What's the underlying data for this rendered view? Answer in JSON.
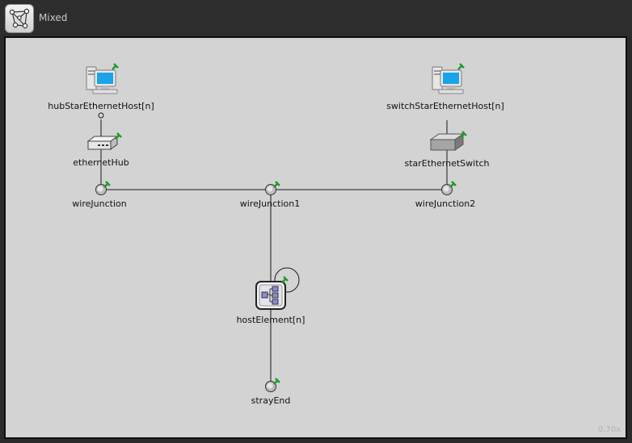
{
  "window": {
    "title": "Mixed"
  },
  "nodes": {
    "hub_host": "hubStarEthernetHost[n]",
    "switch_host": "switchStarEthernetHost[n]",
    "hub": "ethernetHub",
    "switch": "starEthernetSwitch",
    "junction0": "wireJunction",
    "junction1": "wireJunction1",
    "junction2": "wireJunction2",
    "host_element": "hostElement[n]",
    "stray_end": "strayEnd"
  },
  "status": {
    "zoom": "0.70x"
  },
  "icons": {
    "app": "network-graph-icon",
    "host": "desktop-computer-icon",
    "hub": "ethernet-hub-icon",
    "switch": "ethernet-switch-icon",
    "junction": "wire-junction-icon",
    "host_element": "host-element-icon",
    "pin": "green-pin-icon"
  }
}
